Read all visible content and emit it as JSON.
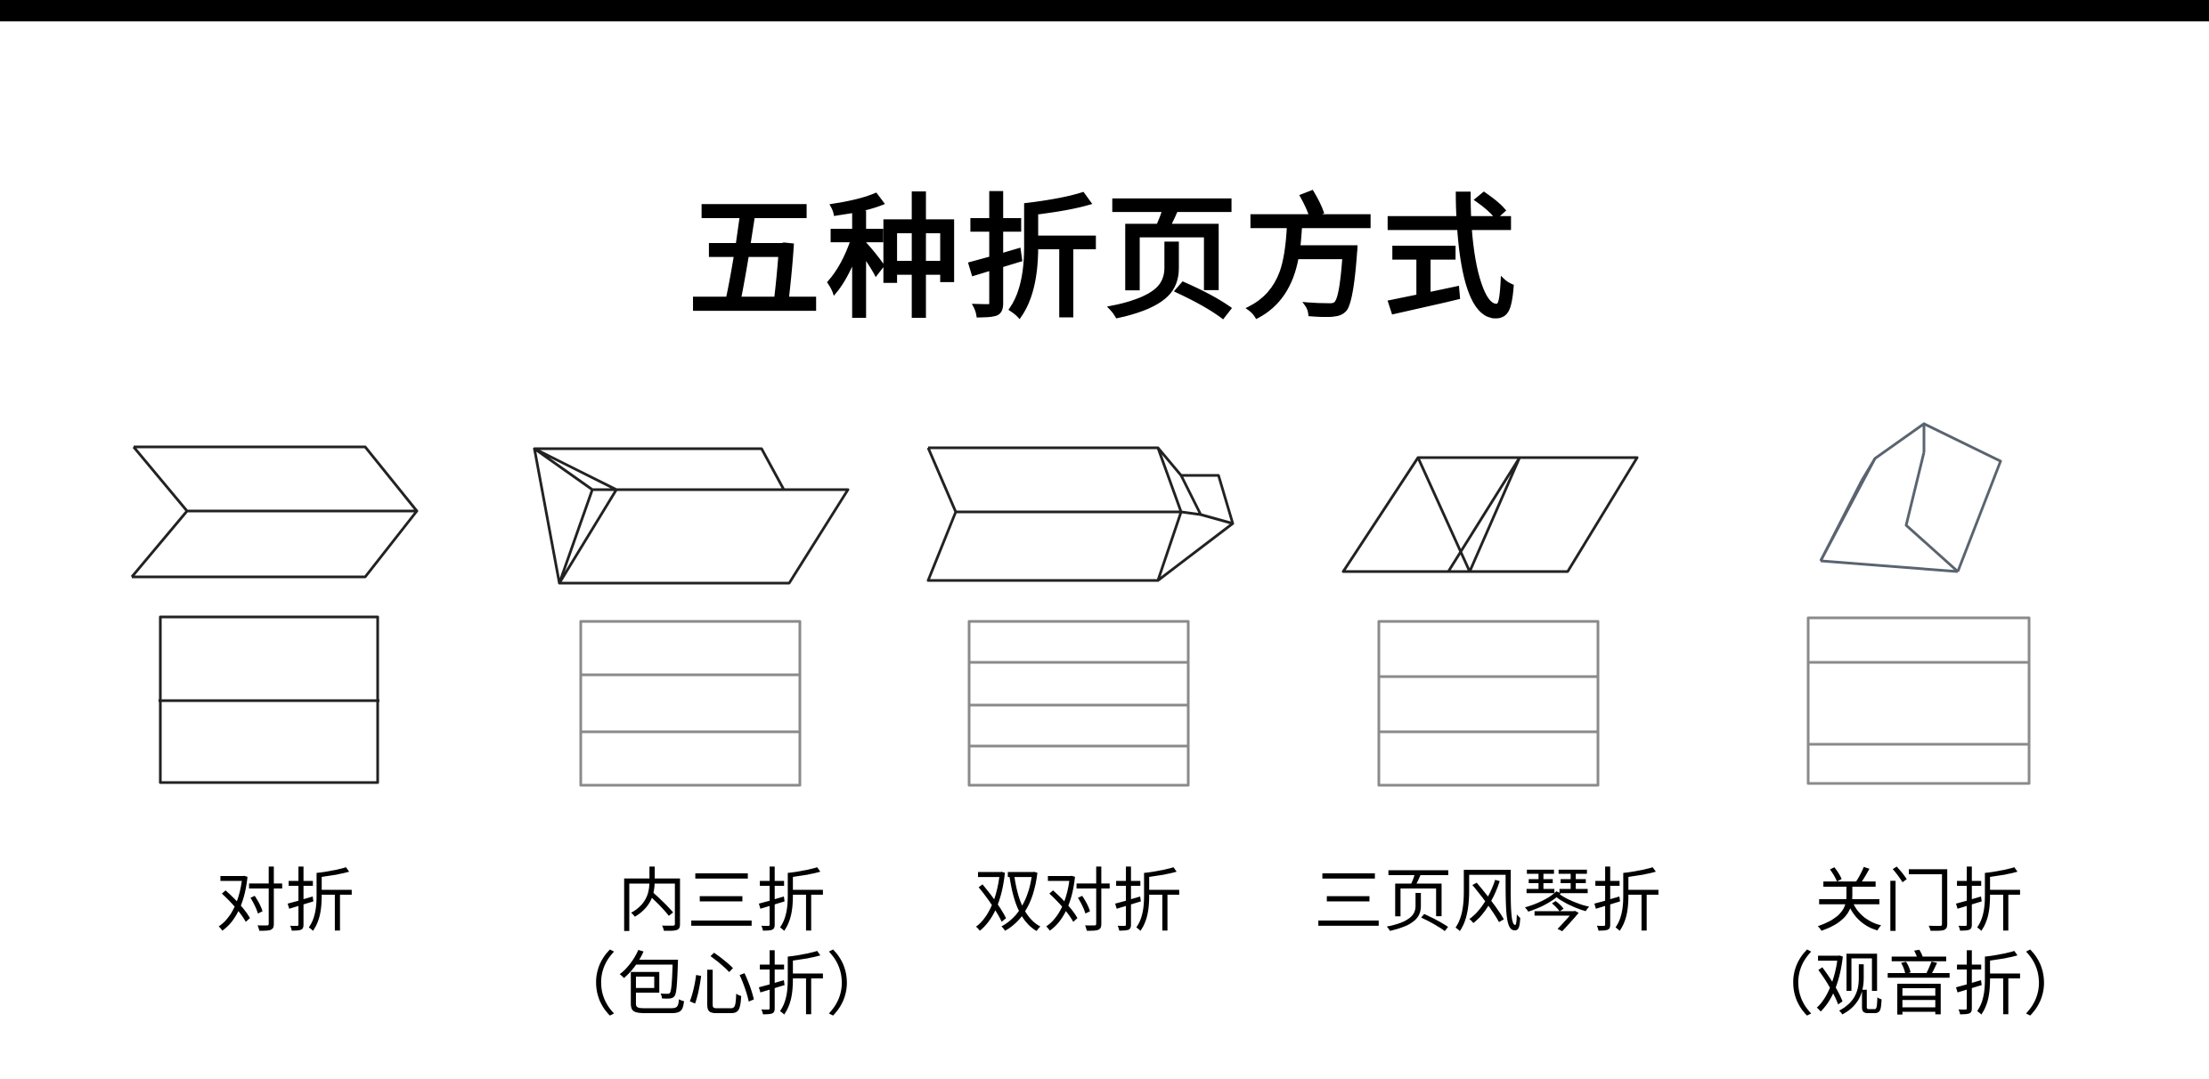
{
  "title": "五种折页方式",
  "colors": {
    "background": "#ffffff",
    "top_bar": "#000000",
    "ink": "#000000"
  },
  "folds": [
    {
      "name": "对折",
      "subtitle": ""
    },
    {
      "name": "内三折",
      "subtitle": "（包心折）"
    },
    {
      "name": "双对折",
      "subtitle": ""
    },
    {
      "name": "三页风琴折",
      "subtitle": ""
    },
    {
      "name": "关门折",
      "subtitle": "（观音折）"
    }
  ]
}
